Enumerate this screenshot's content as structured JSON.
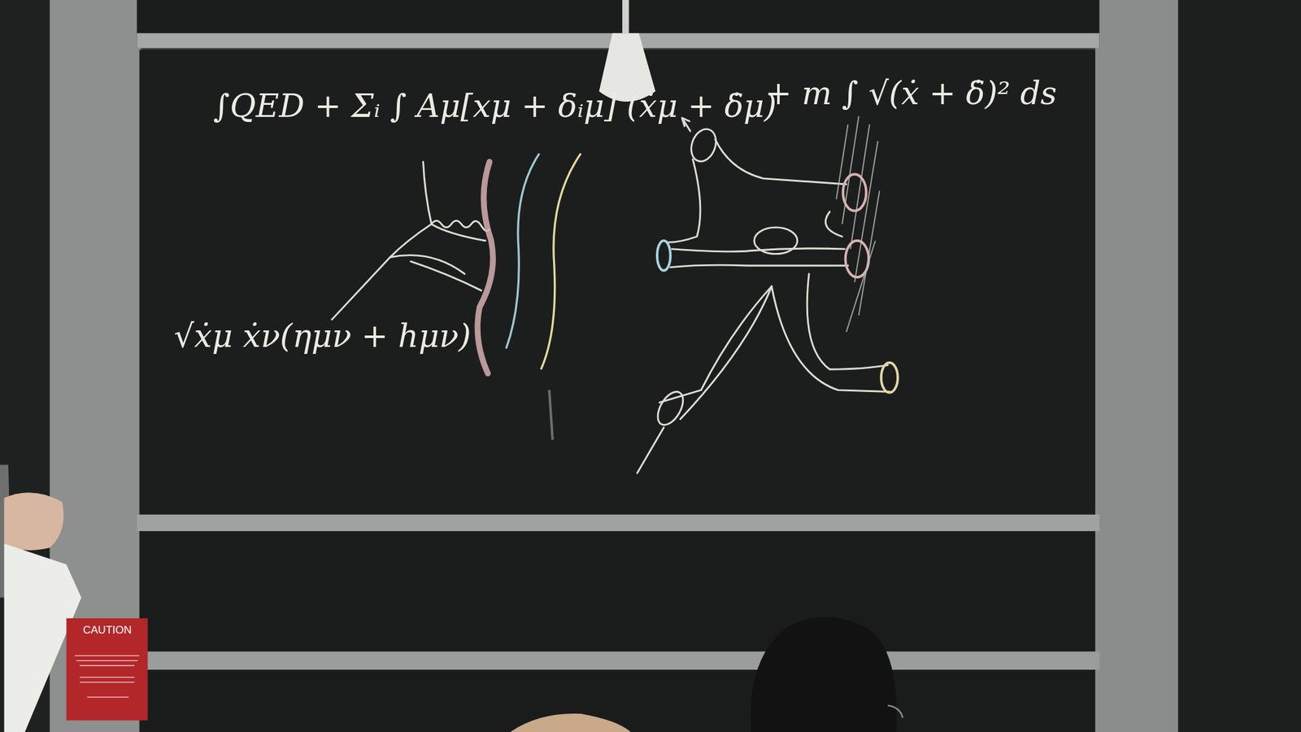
{
  "diagram": {
    "labels": [
      "∫QED + Σᵢ ∫ Aμ[xμ + δᵢμ] (ẋμ + δ̇μ)",
      "+ m ∫ √(ẋ + δ̇)² ds",
      "√ẋμ ẋν(ημν + hμν)",
      "CAUTION"
    ]
  }
}
